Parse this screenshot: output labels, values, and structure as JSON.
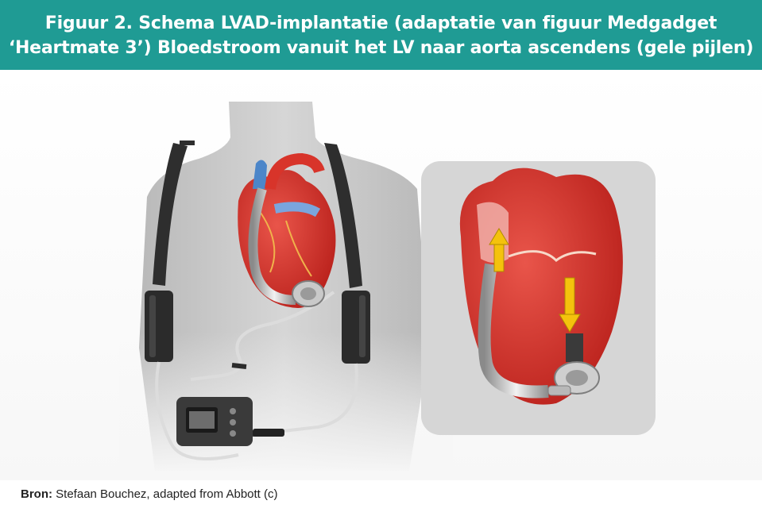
{
  "header": {
    "title_line1": "Figuur 2. Schema LVAD-implantatie (adaptatie van figuur Medgadget",
    "title_line2": "‘Heartmate 3’) Bloedstroom vanuit het LV naar aorta ascendens (gele pijlen)"
  },
  "source": {
    "label": "Bron:",
    "text": " Stefaan Bouchez, adapted from Abbott (c)"
  },
  "colors": {
    "banner": "#1f9b94",
    "heart": "#d8342a",
    "arrow": "#f4c20d",
    "torso": "#c9c9c9"
  }
}
